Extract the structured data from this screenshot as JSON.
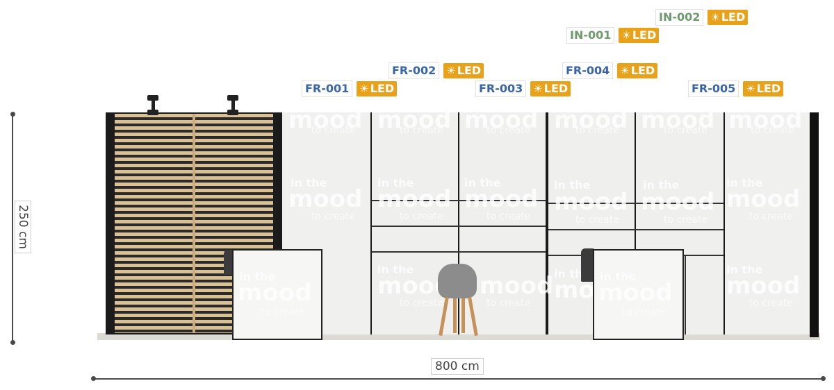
{
  "dimensions": {
    "height_label": "250 cm",
    "width_label": "800 cm"
  },
  "tags": [
    {
      "code": "IN-002",
      "led": "LED",
      "group": "IN"
    },
    {
      "code": "IN-001",
      "led": "LED",
      "group": "IN"
    },
    {
      "code": "FR-002",
      "led": "LED",
      "group": "FR"
    },
    {
      "code": "FR-004",
      "led": "LED",
      "group": "FR"
    },
    {
      "code": "FR-001",
      "led": "LED",
      "group": "FR"
    },
    {
      "code": "FR-003",
      "led": "LED",
      "group": "FR"
    },
    {
      "code": "FR-005",
      "led": "LED",
      "group": "FR"
    }
  ],
  "colors": {
    "fr_code": "#3a66a8",
    "in_code": "#6e9a6e",
    "led_badge": "#e8a21a",
    "dimension": "#4a4a4a"
  },
  "led_icon": "sun-icon",
  "branding": {
    "line1": "in the",
    "line2": "mood",
    "line3": "to create"
  }
}
